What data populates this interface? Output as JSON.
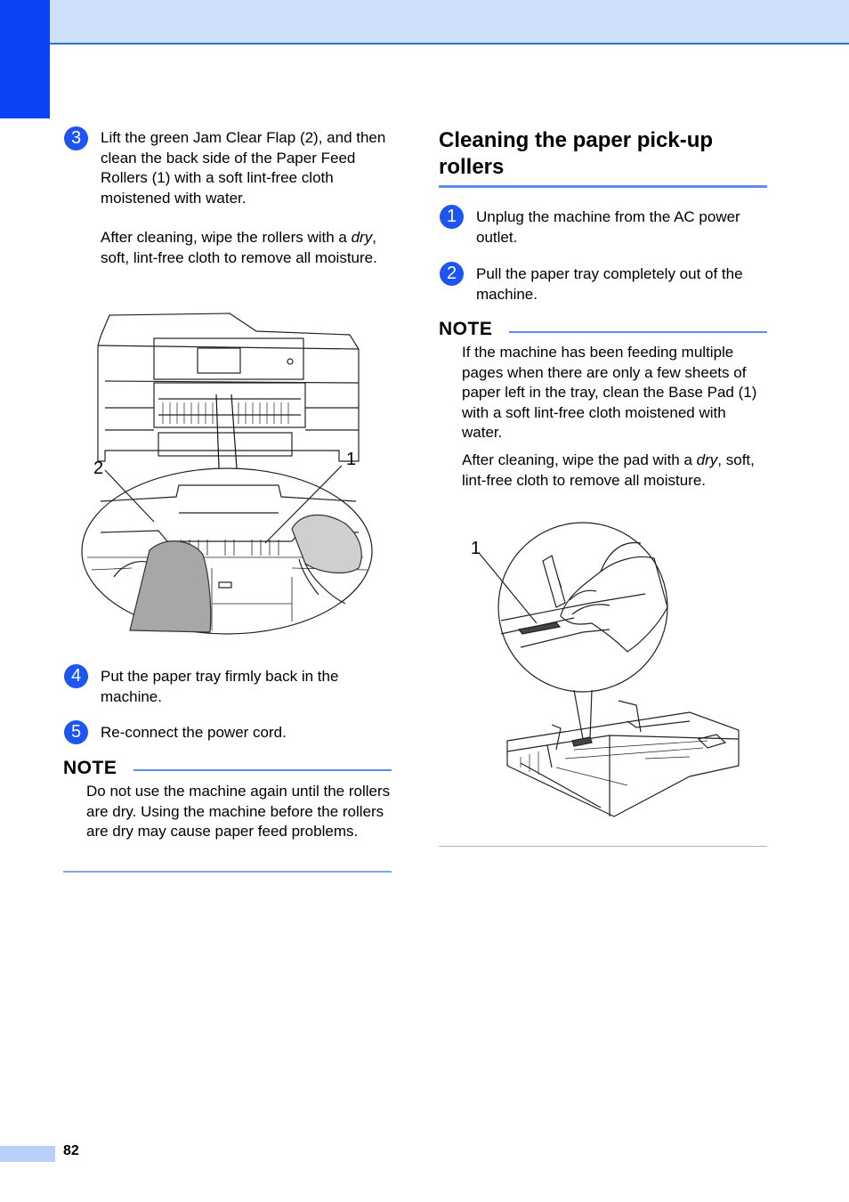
{
  "left_column": {
    "step3": {
      "number": "3",
      "text": "Lift the green Jam Clear Flap (2), and then clean the back side of the Paper Feed Rollers (1) with a soft lint-free cloth moistened with water.",
      "after_pre": "After cleaning, wipe the rollers with a ",
      "after_em": "dry",
      "after_post": ", soft, lint-free cloth to remove all moisture."
    },
    "figure1": {
      "callout_2": "2",
      "callout_1": "1"
    },
    "step4": {
      "number": "4",
      "text": "Put the paper tray firmly back in the machine."
    },
    "step5": {
      "number": "5",
      "text": "Re-connect the power cord."
    },
    "note": {
      "title": "NOTE",
      "text": "Do not use the machine again until the rollers are dry. Using the machine before the rollers are dry may cause paper feed problems."
    }
  },
  "right_column": {
    "heading": "Cleaning the paper pick-up rollers",
    "step1": {
      "number": "1",
      "text": "Unplug the machine from the AC power outlet."
    },
    "step2": {
      "number": "2",
      "text": "Pull the paper tray completely out of the machine."
    },
    "note": {
      "title": "NOTE",
      "text": "If the machine has been feeding multiple pages when there are only a few sheets of paper left in the tray, clean the Base Pad (1) with a soft lint-free cloth moistened with water.",
      "after_pre": "After cleaning, wipe the pad with a ",
      "after_em": "dry",
      "after_post": ", soft, lint-free cloth to remove all moisture."
    },
    "figure2": {
      "callout_1": "1"
    }
  },
  "footer": {
    "page_number": "82"
  },
  "colors": {
    "accent": "#0b43f5",
    "band": "#cfe0fb",
    "rule": "#5b8ef0"
  }
}
